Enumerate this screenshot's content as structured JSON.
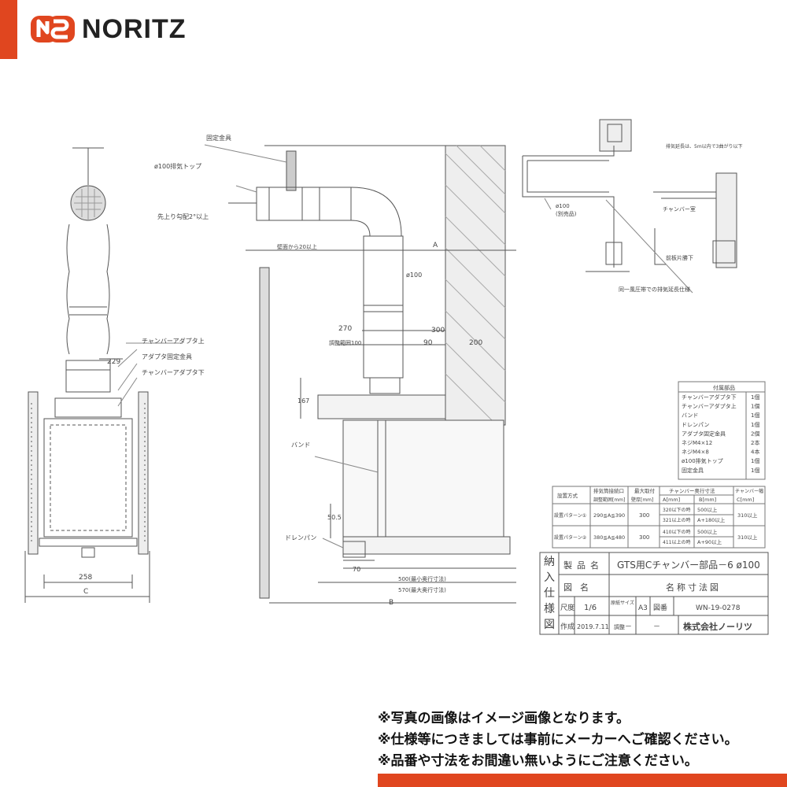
{
  "brand": {
    "name": "NORITZ",
    "accent_color": "#e0461f"
  },
  "front_view": {
    "labels": {
      "adapter_top": "チャンバーアダプタ上",
      "adapter_fix": "アダプタ固定金具",
      "adapter_bottom": "チャンバーアダプタ下",
      "dim_229": "229",
      "dim_258": "258",
      "dim_c": "C"
    }
  },
  "side_view": {
    "labels": {
      "fixing_bracket": "固定金具",
      "top_100": "ø100排気トップ",
      "slope": "先上り勾配2°以上",
      "wall_20": "壁面から20以上",
      "dim_a": "A",
      "pipe_100": "ø100",
      "dim_270": "270",
      "dim_300": "300",
      "adjust_range": "調整範囲100",
      "dim_90": "90",
      "dim_200": "200",
      "dim_167": "167",
      "band": "バンド",
      "dim_505": "50.5",
      "drain": "ドレンパン",
      "dim_70": "70",
      "dim_500": "500(最小奥行寸法)",
      "dim_570": "570(最大奥行寸法)",
      "dim_b": "B"
    }
  },
  "inset": {
    "note": "排気延長は、5m以内で3曲がり以下",
    "pipe_100": "ø100",
    "separately_sold": "(別売品)",
    "chamber_room": "チャンバー室",
    "downflow": "前板片勝下",
    "caption": "同一風圧帯での排気延長仕様"
  },
  "parts_table": {
    "title": "付属部品",
    "rows": [
      {
        "name": "チャンバーアダプタ下",
        "qty": "1個"
      },
      {
        "name": "チャンバーアダプタ上",
        "qty": "1個"
      },
      {
        "name": "バンド",
        "qty": "1個"
      },
      {
        "name": "ドレンパン",
        "qty": "1個"
      },
      {
        "name": "アダプタ固定金具",
        "qty": "2個"
      },
      {
        "name": "ネジM4×12",
        "qty": "2本"
      },
      {
        "name": "ネジM4×8",
        "qty": "4本"
      },
      {
        "name": "ø100排気トップ",
        "qty": "1個"
      },
      {
        "name": "固定金具",
        "qty": "1個"
      }
    ]
  },
  "spec_table": {
    "headers": {
      "method": "設置方式",
      "range_top": "排気筒接続口",
      "range_bottom": "調整範囲[mm]",
      "max_top": "最大取付",
      "max_bottom": "壁厚[mm]",
      "depth": "チャンバー奥行寸法",
      "a_col": "A[mm]",
      "b_col": "B[mm]",
      "width_top": "チャンバー幅",
      "c_col": "C[mm]"
    },
    "rows": [
      {
        "pattern": "設置パターン①",
        "range": "290≦A≦390",
        "max": "300",
        "sub": [
          {
            "a": "320以下の時",
            "b": "500以上"
          },
          {
            "a": "321以上の時",
            "b": "A+180以上"
          }
        ],
        "c": "310以上"
      },
      {
        "pattern": "設置パターン②",
        "range": "380≦A≦480",
        "max": "300",
        "sub": [
          {
            "a": "410以下の時",
            "b": "500以上"
          },
          {
            "a": "411以上の時",
            "b": "A+90以上"
          }
        ],
        "c": "310以上"
      }
    ]
  },
  "title_block": {
    "side_label": "納入仕様図",
    "product_label": "製品名",
    "product_value": "GTS用Cチャンバー部品－6 ø100",
    "drawing_name_label": "図名",
    "drawing_name_value": "名称寸法図",
    "scale_label": "尺度",
    "scale_value": "1/6",
    "paper_label": "原紙サイズ",
    "paper_value": "A3",
    "number_label": "図番",
    "number_value": "WN-19-0278",
    "made_label": "作成",
    "made_value": "2019.7.11",
    "check_label": "調整",
    "check_value": "－",
    "dash": "－",
    "company": "株式会社ノーリツ"
  },
  "notes": [
    "※写真の画像はイメージ画像となります。",
    "※仕様等につきましては事前にメーカーへご確認ください。",
    "※品番や寸法をお間違い無いようにご注意ください。"
  ]
}
